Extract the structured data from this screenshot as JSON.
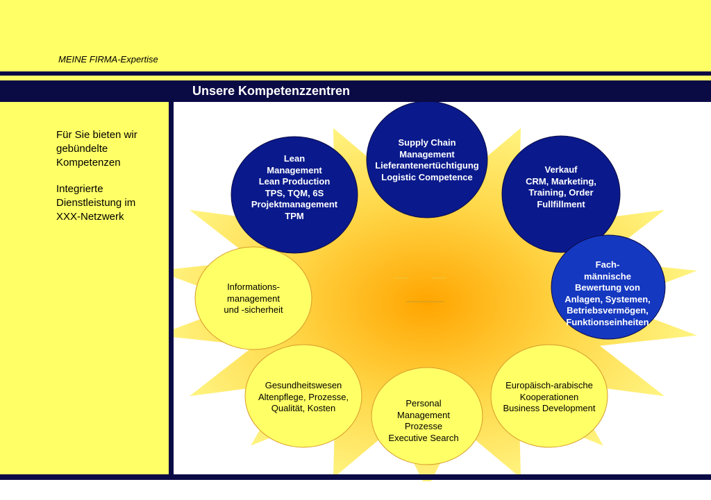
{
  "header": {
    "company": "MEINE FIRMA-Expertise",
    "title": "Unsere Kompetenzzentren"
  },
  "sidebar": {
    "intro": [
      "Für Sie bieten wir",
      "gebündelte",
      "Kompetenzen"
    ],
    "service": [
      "Integrierte",
      "Dienstleistung im",
      "XXX-Netzwerk"
    ]
  },
  "colors": {
    "navy": "#0a0a45",
    "yellow": "#ffff66",
    "dark_circle": "#0a1a8c",
    "light_circle": "#ffff66",
    "sun_center": "#ffa500"
  },
  "nodes": [
    {
      "id": "supply-chain",
      "style": "dark",
      "lines": [
        "Supply Chain",
        "Management",
        "Lieferantenertüchtigung",
        "Logistic Competence"
      ]
    },
    {
      "id": "lean",
      "style": "dark",
      "lines": [
        "Lean",
        "Management",
        "Lean Production",
        "TPS, TQM, 6S",
        "Projektmanagement",
        "TPM"
      ]
    },
    {
      "id": "verkauf",
      "style": "dark",
      "lines": [
        "Verkauf",
        "CRM, Marketing,",
        "Training, Order",
        "Fullfillment"
      ]
    },
    {
      "id": "fachmaennische-bewertung",
      "style": "dark",
      "lines": [
        "Fach-",
        "männische",
        "Bewertung von",
        "Anlagen, Systemen,",
        "Betriebsvermögen,",
        "Funktionseinheiten"
      ]
    },
    {
      "id": "informationsmanagement",
      "style": "light",
      "lines": [
        "Informations-",
        "management",
        "und -sicherheit"
      ]
    },
    {
      "id": "gesundheitswesen",
      "style": "light",
      "lines": [
        "Gesundheitswesen",
        "Altenpflege, Prozesse,",
        "Qualität, Kosten"
      ]
    },
    {
      "id": "personal",
      "style": "light",
      "lines": [
        "Personal",
        "Management",
        "Prozesse",
        "Executive Search"
      ]
    },
    {
      "id": "europaeisch-arabisch",
      "style": "light",
      "lines": [
        "Europäisch-arabische",
        "Kooperationen",
        "Business Development"
      ]
    }
  ]
}
